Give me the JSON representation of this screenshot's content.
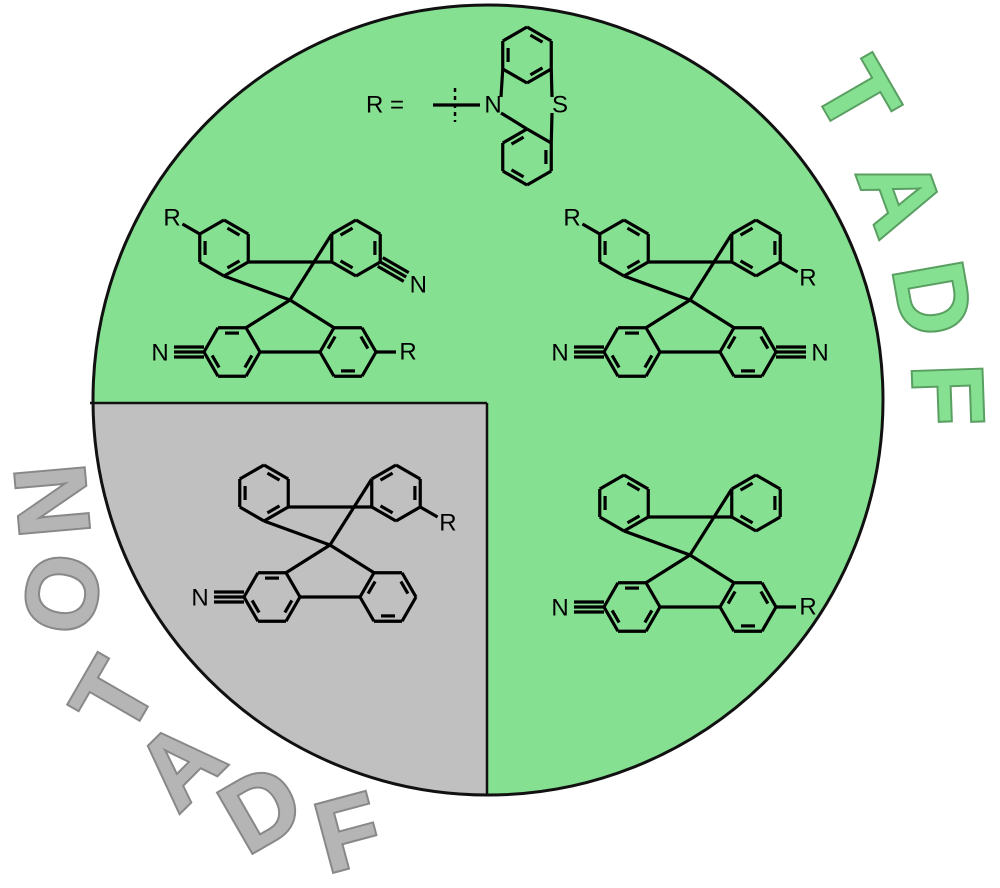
{
  "colors": {
    "tadf_fill": "#86E092",
    "no_tadf_fill": "#C0C0C0",
    "outline": "#111111",
    "tadf_label": "#86E092",
    "no_tadf_label": "#B5B5B5"
  },
  "labels": {
    "tadf": [
      "T",
      "A",
      "D",
      "F"
    ],
    "no_tadf": [
      "N",
      "O",
      "T",
      "A",
      "D",
      "F"
    ]
  },
  "substituent": {
    "prefix": "R =",
    "heteroatom_n": "N",
    "heteroatom_s": "S"
  },
  "atoms": {
    "R": "R",
    "N": "N"
  },
  "regions": [
    "TADF",
    "NO TADF"
  ]
}
